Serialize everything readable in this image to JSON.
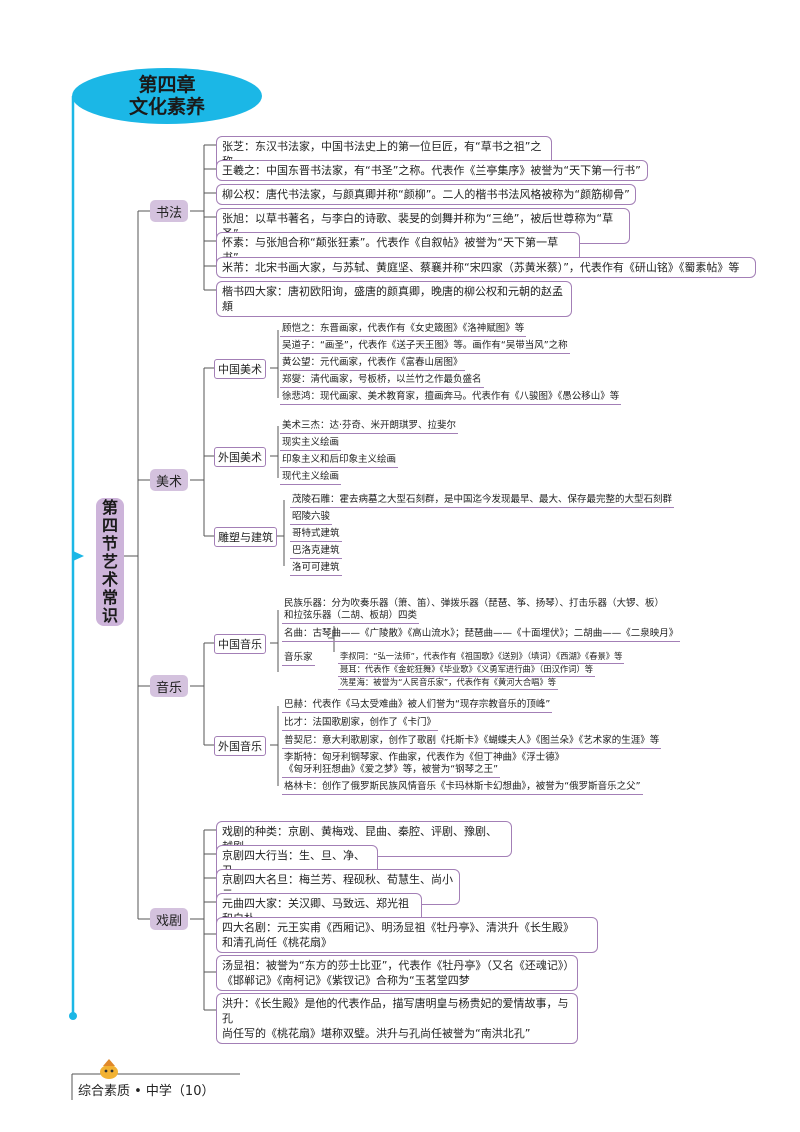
{
  "chapter": {
    "line1": "第四章",
    "line2": "文化素养"
  },
  "section": "第四节 艺术常识",
  "categories": {
    "calligraphy": "书法",
    "art": "美术",
    "music": "音乐",
    "opera": "戏剧"
  },
  "calligraphy": [
    "张芝：东汉书法家，中国书法史上的第一位巨匠，有“草书之祖”之称",
    "王羲之：中国东晋书法家，有“书圣”之称。代表作《兰亭集序》被誉为“天下第一行书”",
    "柳公权：唐代书法家，与颜真卿并称“颜柳”。二人的楷书书法风格被称为“颜筋柳骨”",
    "张旭：以草书著名，与李白的诗歌、裴旻的剑舞并称为“三绝”，被后世尊称为“草圣”",
    "怀素：与张旭合称“颠张狂素”。代表作《自叙帖》被誉为“天下第一草书”",
    "米芾：北宋书画大家，与苏轼、黄庭坚、蔡襄并称“宋四家（苏黄米蔡）”，代表作有《研山铭》《蜀素帖》等",
    "楷书四大家：唐初欧阳询，盛唐的颜真卿，晚唐的柳公权和元朝的赵孟頫"
  ],
  "art": {
    "chinese": {
      "label": "中国美术",
      "items": [
        "顾恺之：东晋画家，代表作有《女史箴图》《洛神赋图》等",
        "吴道子：“画圣”，代表作《送子天王图》等。画作有“吴带当风”之称",
        "黄公望：元代画家，代表作《富春山居图》",
        "郑燮：清代画家，号板桥，以兰竹之作最负盛名",
        "徐悲鸿：现代画家、美术教育家，擅画奔马。代表作有《八骏图》《愚公移山》等"
      ]
    },
    "foreign": {
      "label": "外国美术",
      "items": [
        "美术三杰：达·芬奇、米开朗琪罗、拉斐尔",
        "现实主义绘画",
        "印象主义和后印象主义绘画",
        "现代主义绘画"
      ]
    },
    "sculpture": {
      "label": "雕塑与建筑",
      "items": [
        "茂陵石雕：霍去病墓之大型石刻群，是中国迄今发现最早、最大、保存最完整的大型石刻群",
        "昭陵六骏",
        "哥特式建筑",
        "巴洛克建筑",
        "洛可可建筑"
      ]
    }
  },
  "music": {
    "chinese": {
      "label": "中国音乐",
      "instruments_1": "民族乐器：分为吹奏乐器（箫、笛）、弹拨乐器（琵琶、筝、扬琴）、打击乐器（大锣、板）",
      "instruments_2": "和拉弦乐器（二胡、板胡）四类",
      "famous": "名曲：古琴曲——《广陵散》《高山流水》；琵琶曲——《十面埋伏》；二胡曲——《二泉映月》",
      "musicians_label": "音乐家",
      "musicians": [
        "李叔同：“弘一法师”，代表作有《祖国歌》《送别》（填词）《西湖》《春景》等",
        "聂耳：代表作《金蛇狂舞》《毕业歌》《义勇军进行曲》（田汉作词）等",
        "冼星海：被誉为“人民音乐家”，代表作有《黄河大合唱》等"
      ]
    },
    "foreign": {
      "label": "外国音乐",
      "items": [
        "巴赫：代表作《马太受难曲》被人们誉为“现存宗教音乐的顶峰”",
        "比才：法国歌剧家，创作了《卡门》",
        "普契尼：意大利歌剧家，创作了歌剧《托斯卡》《蝴蝶夫人》《图兰朵》《艺术家的生涯》等",
        "李斯特：匈牙利钢琴家、作曲家，代表作为《但丁神曲》《浮士德》",
        "《匈牙利狂想曲》《爱之梦》等，被誉为“钢琴之王”",
        "格林卡：创作了俄罗斯民族风情音乐《卡玛林斯卡幻想曲》，被誉为“俄罗斯音乐之父”"
      ]
    }
  },
  "opera": [
    [
      "戏剧的种类：京剧、黄梅戏、昆曲、秦腔、评剧、豫剧、越剧"
    ],
    [
      "京剧四大行当：生、旦、净、丑"
    ],
    [
      "京剧四大名旦：梅兰芳、程砚秋、荀慧生、尚小云"
    ],
    [
      "元曲四大家：关汉卿、马致远、郑光祖和白朴"
    ],
    [
      "四大名剧：元王实甫《西厢记》、明汤显祖《牡丹亭》、清洪升《长生殿》",
      "和清孔尚任《桃花扇》"
    ],
    [
      "汤显祖：被誉为“东方的莎士比亚”，代表作《牡丹亭》（又名《还魂记》）",
      "《邯郸记》《南柯记》《紫钗记》合称为“玉茗堂四梦"
    ],
    [
      "洪升：《长生殿》是他的代表作品，描写唐明皇与杨贵妃的爱情故事，与孔",
      "尚任写的《桃花扇》堪称双璧。洪升与孔尚任被誉为“南洪北孔”"
    ]
  ],
  "footer": "综合素质 • 中学（10）",
  "colors": {
    "chapter": "#1bb7e6",
    "section": "#cdb4da",
    "category": "#d4c2de",
    "border": "#a37fb6",
    "spine": "#1bb7e6"
  }
}
